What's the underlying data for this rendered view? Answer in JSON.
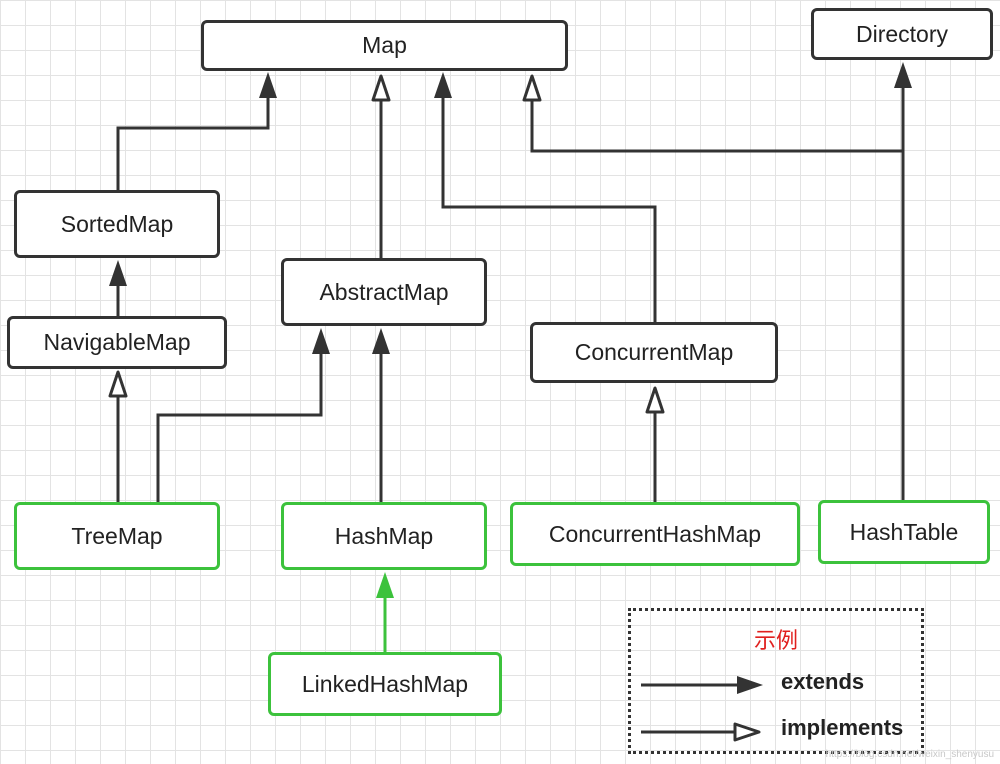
{
  "diagram": {
    "nodes": [
      {
        "id": "map",
        "label": "Map",
        "kind": "interface"
      },
      {
        "id": "directory",
        "label": "Directory",
        "kind": "class"
      },
      {
        "id": "sortedmap",
        "label": "SortedMap",
        "kind": "interface"
      },
      {
        "id": "abstractmap",
        "label": "AbstractMap",
        "kind": "class"
      },
      {
        "id": "navigablemap",
        "label": "NavigableMap",
        "kind": "interface"
      },
      {
        "id": "concurrentmap",
        "label": "ConcurrentMap",
        "kind": "interface"
      },
      {
        "id": "treemap",
        "label": "TreeMap",
        "kind": "implementation"
      },
      {
        "id": "hashmap",
        "label": "HashMap",
        "kind": "implementation"
      },
      {
        "id": "concurrenthashmap",
        "label": "ConcurrentHashMap",
        "kind": "implementation"
      },
      {
        "id": "hashtable",
        "label": "HashTable",
        "kind": "implementation"
      },
      {
        "id": "linkedhashmap",
        "label": "LinkedHashMap",
        "kind": "implementation"
      }
    ],
    "edges": [
      {
        "from": "sortedmap",
        "to": "map",
        "type": "extends"
      },
      {
        "from": "abstractmap",
        "to": "map",
        "type": "implements"
      },
      {
        "from": "concurrentmap",
        "to": "map",
        "type": "extends"
      },
      {
        "from": "hashtable",
        "to": "map",
        "type": "implements"
      },
      {
        "from": "hashtable",
        "to": "directory",
        "type": "extends"
      },
      {
        "from": "navigablemap",
        "to": "sortedmap",
        "type": "extends"
      },
      {
        "from": "treemap",
        "to": "navigablemap",
        "type": "implements"
      },
      {
        "from": "treemap",
        "to": "abstractmap",
        "type": "extends"
      },
      {
        "from": "hashmap",
        "to": "abstractmap",
        "type": "extends"
      },
      {
        "from": "concurrenthashmap",
        "to": "concurrentmap",
        "type": "implements"
      },
      {
        "from": "linkedhashmap",
        "to": "hashmap",
        "type": "extends",
        "color": "#3cc23c"
      }
    ]
  },
  "colors": {
    "box_border": "#333333",
    "implementation_border": "#3cc23c",
    "legend_title": "#e0201e"
  },
  "legend": {
    "title": "示例",
    "extends_label": "extends",
    "implements_label": "implements"
  },
  "watermark": "https://blog.csdn.net/weixin_shenyusu"
}
